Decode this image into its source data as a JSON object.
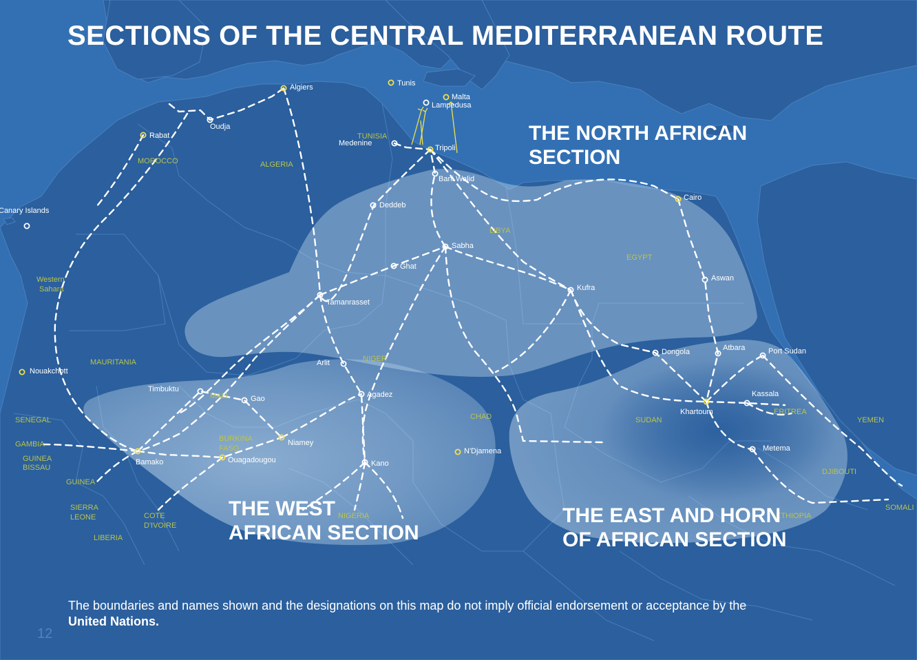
{
  "title": "SECTIONS OF THE CENTRAL MEDITERRANEAN ROUTE",
  "sections": {
    "north": [
      "THE NORTH AFRICAN",
      "SECTION"
    ],
    "west": [
      "THE WEST",
      "AFRICAN SECTION"
    ],
    "east": [
      "THE EAST AND HORN",
      "OF AFRICAN SECTION"
    ]
  },
  "disclaimer": {
    "text": "The boundaries and names shown and the designations on this map do not imply official endorsement or acceptance by the",
    "bold": "United Nations."
  },
  "page_number": "12",
  "colors": {
    "ocean": "#3370b3",
    "land": "#2a5e9b",
    "section_fill": "#cfe6f7",
    "route": "#ffffff",
    "city_marker_capital": "#f2e14a",
    "country_label": "#b9c44e",
    "city_label": "#ffffff"
  },
  "cities": [
    {
      "name": "Algiers",
      "capital": true
    },
    {
      "name": "Tunis",
      "capital": true
    },
    {
      "name": "Malta",
      "capital": true
    },
    {
      "name": "Lampedusa",
      "capital": false
    },
    {
      "name": "Tripoli",
      "capital": true
    },
    {
      "name": "Medenine",
      "capital": false
    },
    {
      "name": "Rabat",
      "capital": true
    },
    {
      "name": "Oudja",
      "capital": false
    },
    {
      "name": "Bani Walid",
      "capital": false
    },
    {
      "name": "Deddeb",
      "capital": false
    },
    {
      "name": "Cairo",
      "capital": true
    },
    {
      "name": "Canary Islands",
      "capital": false
    },
    {
      "name": "Sabha",
      "capital": false
    },
    {
      "name": "Ghat",
      "capital": false
    },
    {
      "name": "Aswan",
      "capital": false
    },
    {
      "name": "Kufra",
      "capital": false
    },
    {
      "name": "Tamanrasset",
      "capital": false
    },
    {
      "name": "Atbara",
      "capital": false
    },
    {
      "name": "Port Sudan",
      "capital": false
    },
    {
      "name": "Dongola",
      "capital": false
    },
    {
      "name": "Arlit",
      "capital": false
    },
    {
      "name": "Nouakchott",
      "capital": true
    },
    {
      "name": "Timbuktu",
      "capital": false
    },
    {
      "name": "Agadez",
      "capital": false
    },
    {
      "name": "Gao",
      "capital": false
    },
    {
      "name": "Kassala",
      "capital": false
    },
    {
      "name": "Khartoum",
      "capital": true
    },
    {
      "name": "Niamey",
      "capital": true
    },
    {
      "name": "Bamako",
      "capital": true
    },
    {
      "name": "Ouagadougou",
      "capital": true
    },
    {
      "name": "N'Djamena",
      "capital": true
    },
    {
      "name": "Metema",
      "capital": false
    },
    {
      "name": "Kano",
      "capital": false
    }
  ],
  "countries": [
    "TUNISIA",
    "MOROCCO",
    "ALGERIA",
    "LIBYA",
    "EGYPT",
    "Western",
    "Sahara",
    "MAURITANIA",
    "NIGER",
    "MALI",
    "SENEGAL",
    "GAMBIA",
    "GUINEA",
    "BISSAU",
    "BURKINA",
    "FASO",
    "CHAD",
    "SUDAN",
    "ERITREA",
    "YEMEN",
    "GUINEA",
    "SIERRA",
    "LEONE",
    "COTE",
    "D'IVOIRE",
    "LIBERIA",
    "NIGERIA",
    "DJIBOUTI",
    "ETHIOPIA",
    "SOMALI"
  ]
}
